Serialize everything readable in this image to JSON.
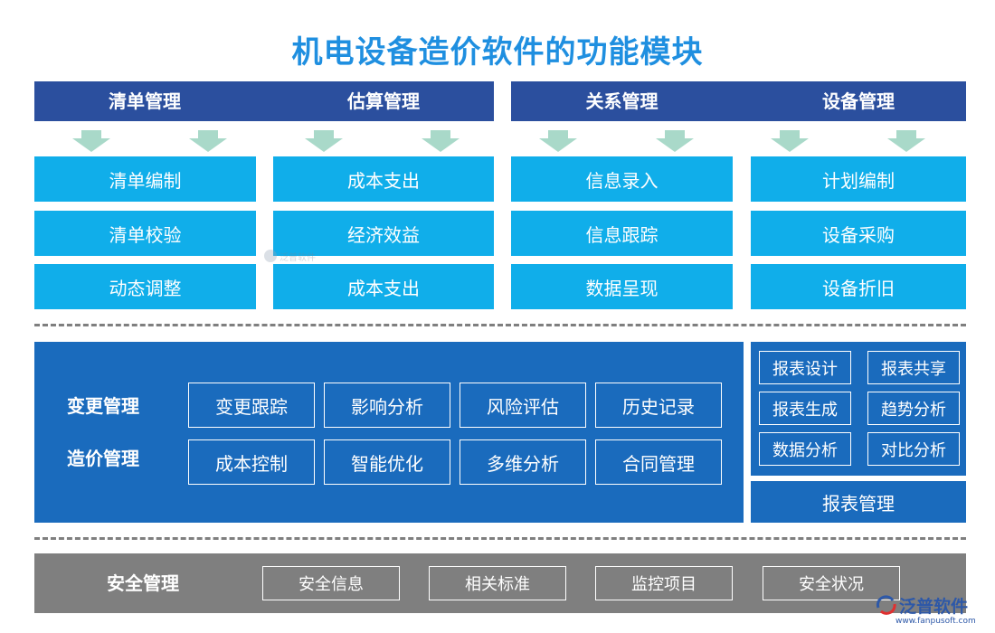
{
  "title": "机电设备造价软件的功能模块",
  "headers": [
    "清单管理",
    "估算管理",
    "关系管理",
    "设备管理"
  ],
  "columns": [
    [
      "清单编制",
      "清单校验",
      "动态调整"
    ],
    [
      "成本支出",
      "经济效益",
      "成本支出"
    ],
    [
      "信息录入",
      "信息跟踪",
      "数据呈现"
    ],
    [
      "计划编制",
      "设备采购",
      "设备折旧"
    ]
  ],
  "middle": {
    "rows": [
      {
        "label": "变更管理",
        "items": [
          "变更跟踪",
          "影响分析",
          "风险评估",
          "历史记录"
        ]
      },
      {
        "label": "造价管理",
        "items": [
          "成本控制",
          "智能优化",
          "多维分析",
          "合同管理"
        ]
      }
    ]
  },
  "report": {
    "left": [
      "报表设计",
      "报表生成",
      "数据分析"
    ],
    "right": [
      "报表共享",
      "趋势分析",
      "对比分析"
    ],
    "footer": "报表管理"
  },
  "bottom": {
    "label": "安全管理",
    "items": [
      "安全信息",
      "相关标准",
      "监控项目",
      "安全状况"
    ]
  },
  "watermark": "泛普软件",
  "logo": {
    "name": "泛普软件",
    "url": "www.fanpusoft.com"
  },
  "colors": {
    "title": "#1f8fe0",
    "header": "#2b4f9e",
    "cell": "#10aeea",
    "panel": "#1a6bbd",
    "arrow": "#a9d9c9",
    "bottom": "#7f7f7f"
  }
}
